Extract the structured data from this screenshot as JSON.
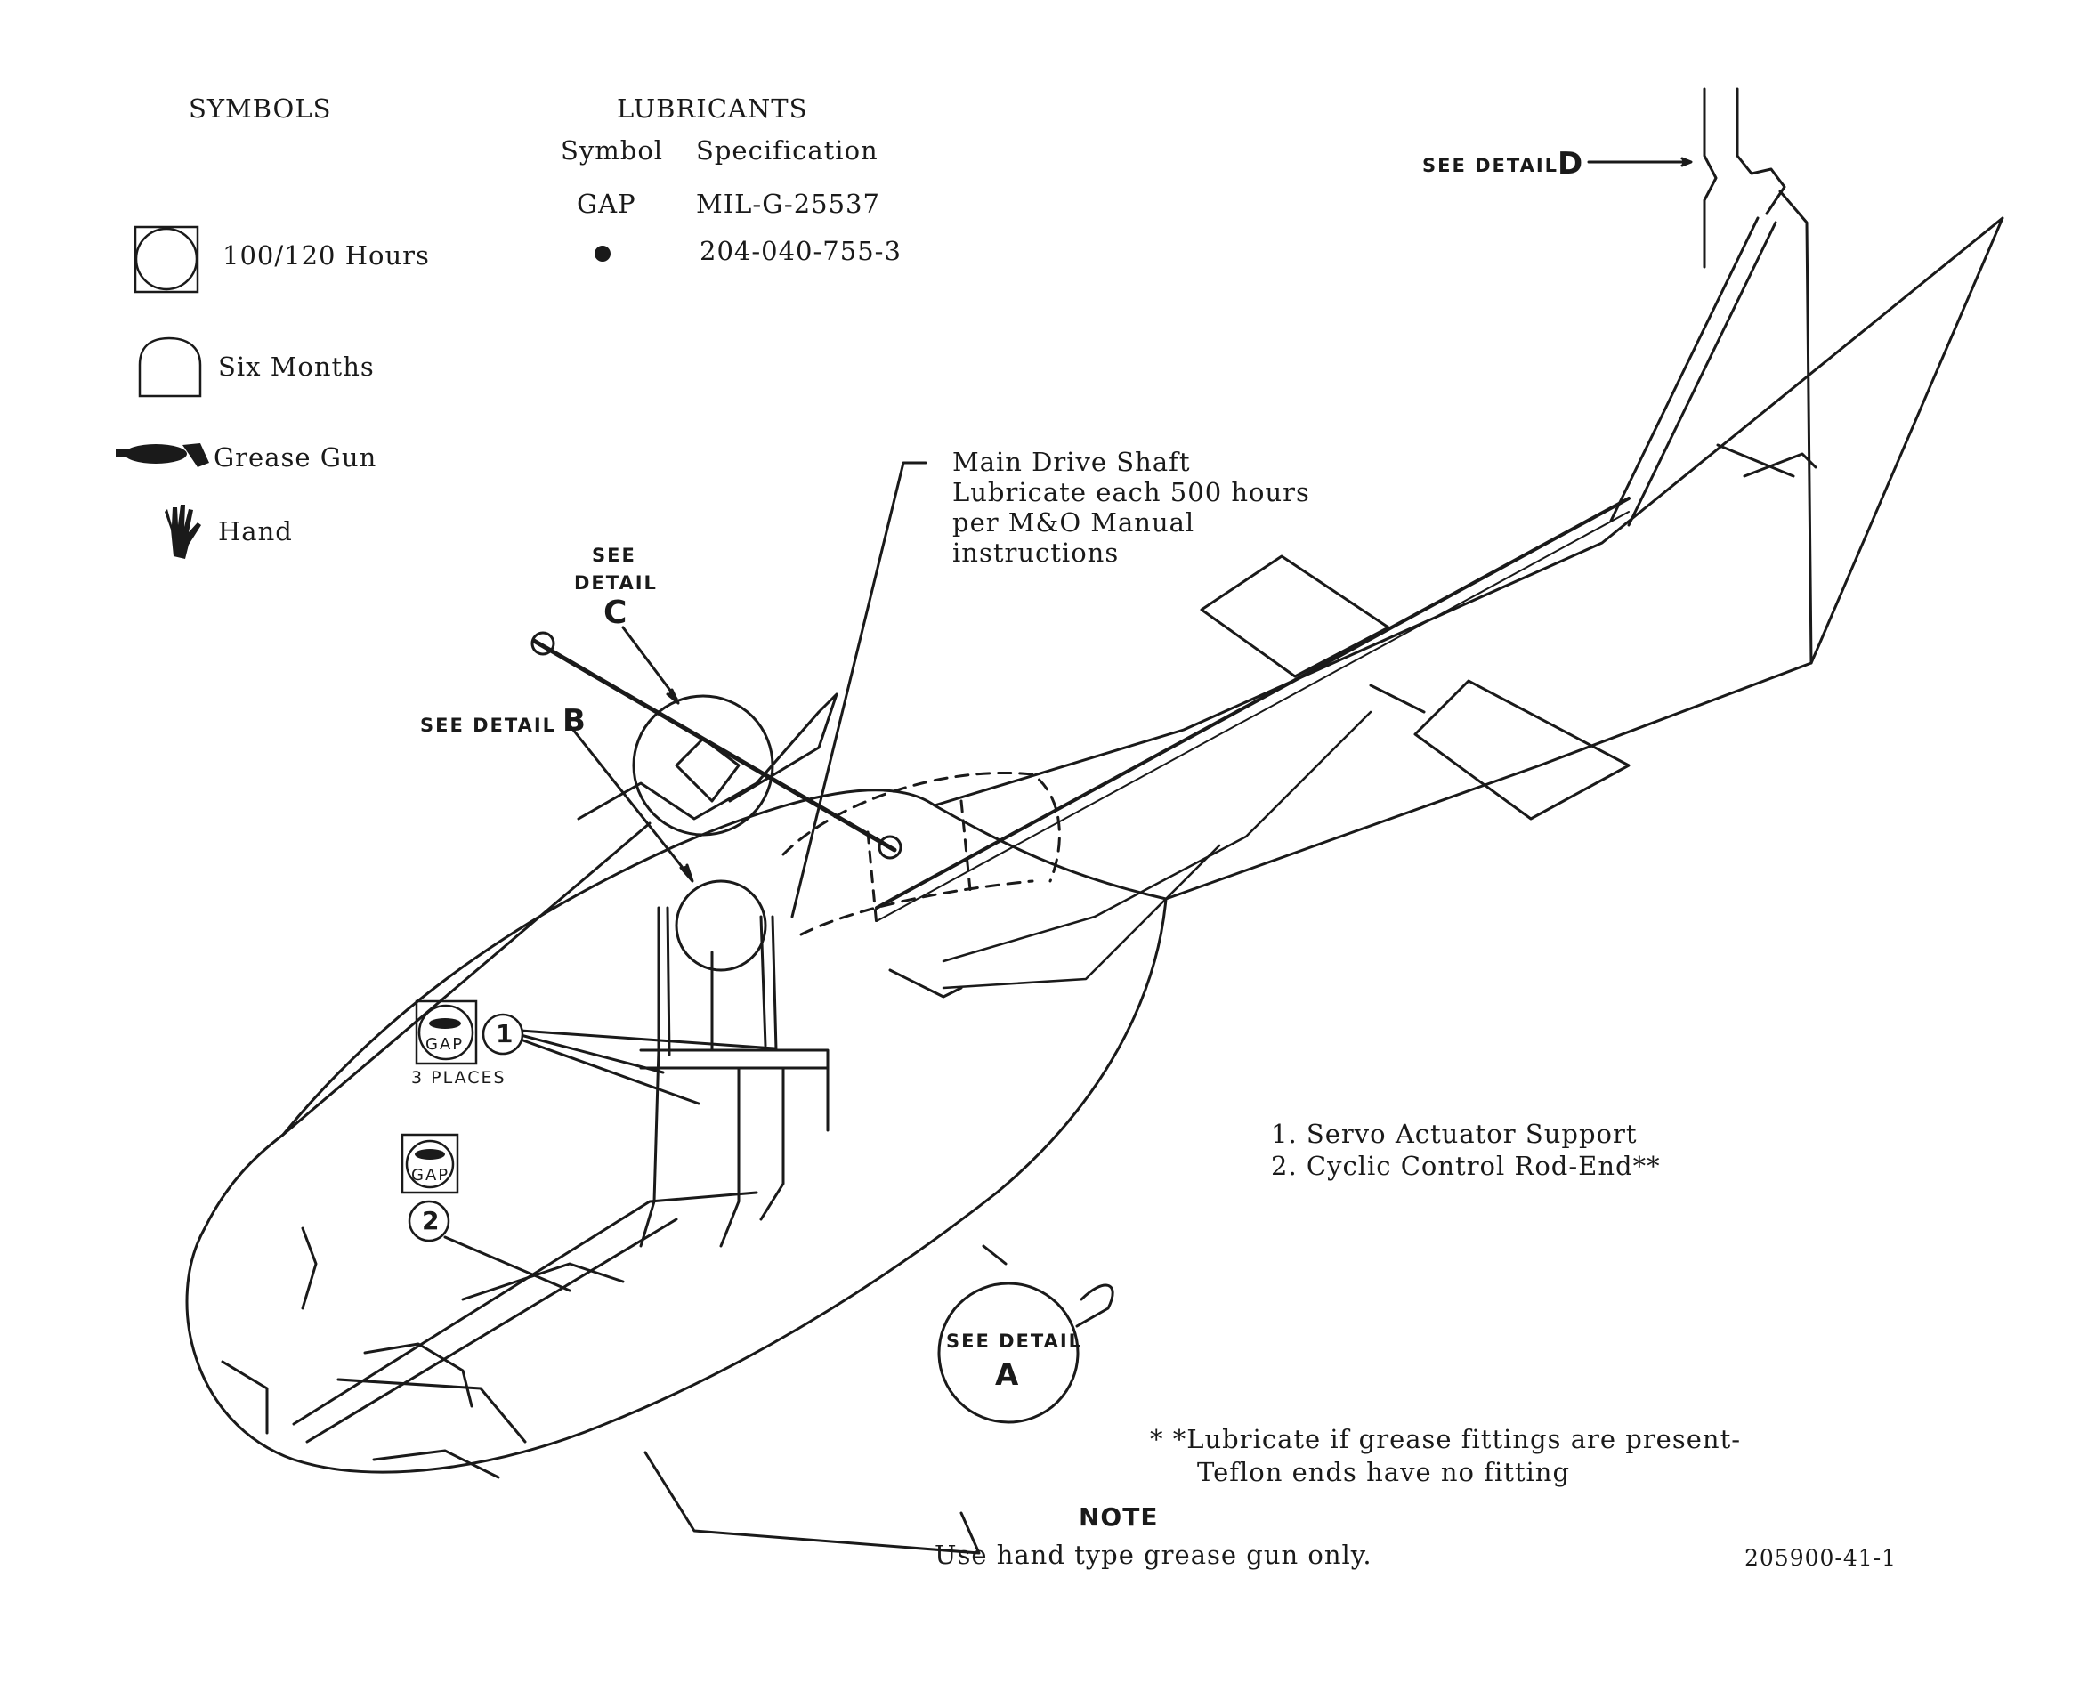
{
  "legend": {
    "symbols_title": "SYMBOLS",
    "symbols": [
      {
        "icon": "square-circle-icon",
        "label": "100/120 Hours"
      },
      {
        "icon": "arch-icon",
        "label": "Six Months"
      },
      {
        "icon": "grease-gun-icon",
        "label": "Grease Gun"
      },
      {
        "icon": "hand-icon",
        "label": "Hand"
      }
    ]
  },
  "lubricants": {
    "title": "LUBRICANTS",
    "headers": [
      "Symbol",
      "Specification"
    ],
    "rows": [
      {
        "symbol": "GAP",
        "spec": "MIL-G-25537"
      },
      {
        "symbol": "●",
        "spec": "204-040-755-3"
      }
    ]
  },
  "callouts": {
    "main_drive_shaft": [
      "Main Drive Shaft",
      "Lubricate each 500 hours",
      "per M&O Manual",
      "instructions"
    ],
    "detail_d_prefix": "SEE DETAIL",
    "detail_d_letter": "D",
    "detail_c_line1": "SEE",
    "detail_c_line2": "DETAIL",
    "detail_c_letter": "C",
    "detail_b_prefix": "SEE DETAIL",
    "detail_b_letter": "B",
    "detail_a_text": "SEE DETAIL",
    "detail_a_letter": "A"
  },
  "markers": {
    "gap_label": "GAP",
    "places": "3 PLACES",
    "item1": "1",
    "item2": "2"
  },
  "items": [
    "1.  Servo Actuator Support",
    "2.  Cyclic Control Rod-End**"
  ],
  "footnote": [
    "* *Lubricate if grease fittings are present-",
    "Teflon ends have no fitting"
  ],
  "note": {
    "title": "NOTE",
    "text": "Use hand type grease gun only."
  },
  "figure_id": "205900-41-1"
}
